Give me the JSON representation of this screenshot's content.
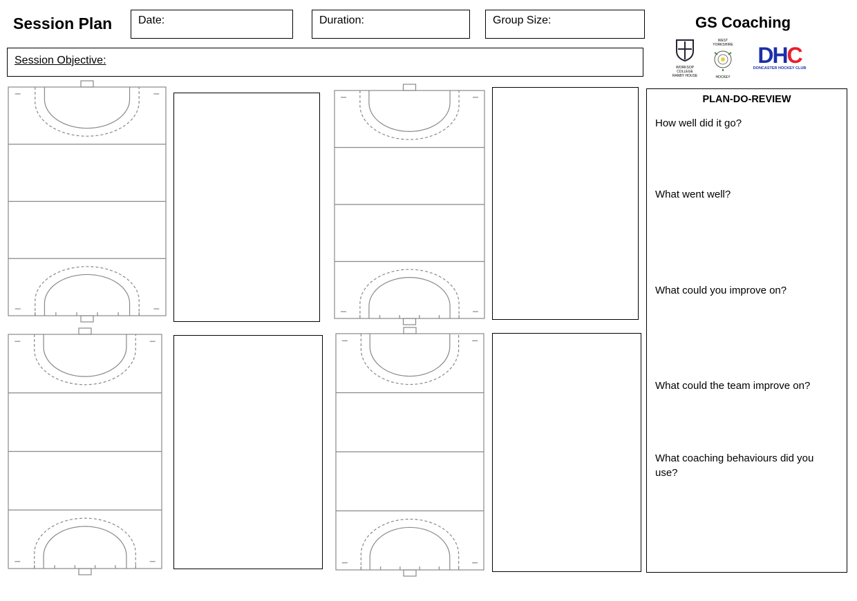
{
  "header": {
    "title": "Session Plan",
    "date_label": "Date:",
    "duration_label": "Duration:",
    "group_size_label": "Group Size:",
    "objective_label": "Session Objective:",
    "brand": "GS Coaching"
  },
  "logos": {
    "worksop": {
      "text_line1": "WORKSOP COLLEGE",
      "text_line2": "RANBY HOUSE"
    },
    "west_yorkshire": {
      "text_top": "WEST YORKSHIRE",
      "text_bottom": "HOCKEY"
    },
    "dhc": {
      "letters": "DHC",
      "caption": "DONCASTER HOCKEY CLUB",
      "blue": "#1b2fa8",
      "red": "#e8202a"
    }
  },
  "review": {
    "title": "PLAN-DO-REVIEW",
    "questions": [
      "How well did it go?",
      "What went well?",
      "What could you improve on?",
      "What could the team improve on?",
      "What coaching behaviours did you use?"
    ]
  }
}
